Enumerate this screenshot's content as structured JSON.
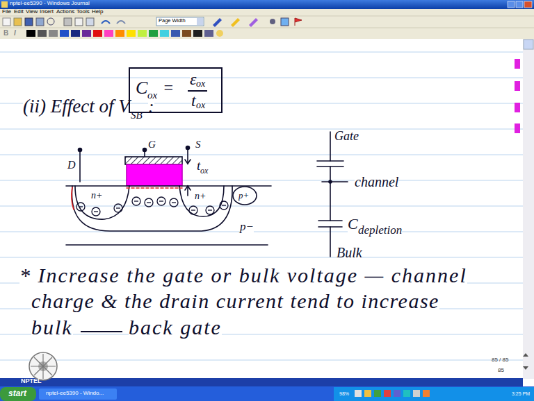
{
  "diagram": {
    "nodes": [
      {
        "text": [
          "C",
          "ox",
          "=",
          "ε",
          "ox",
          "t",
          "ox"
        ]
      }
    ],
    "labels": [
      "nptel-ee5390 - Windows Journal",
      "File",
      "Edit",
      "View",
      "Insert",
      "Actions",
      "Tools",
      "Help",
      "Page Width",
      "B",
      "I",
      "(ii) Effect of V",
      "SB",
      ":",
      "D",
      "G",
      "S",
      "t",
      "ox",
      "n+",
      "n+",
      "p+",
      "p−",
      "Gate",
      "channel",
      "C",
      "depletion",
      "Bulk",
      "* Increase the gate or bulk voltage — channel",
      "charge & the drain current tend to increase",
      "bulk",
      "back gate",
      "85 / 85",
      "85",
      "NPTEL",
      "start",
      "nptel-ee5390 - Windo...",
      "98%",
      "3:25 PM"
    ]
  }
}
